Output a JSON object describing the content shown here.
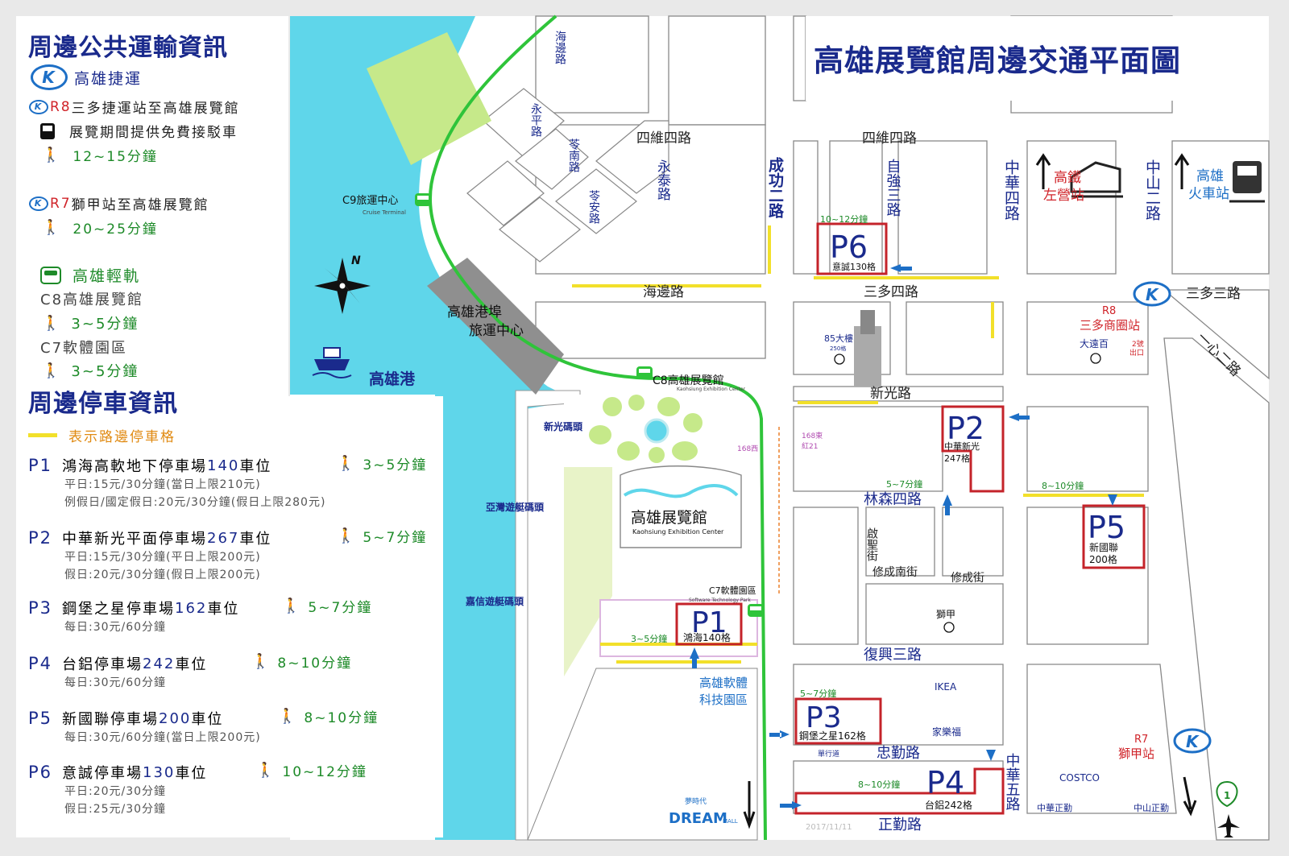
{
  "title": "高雄展覽館周邊交通平面圖",
  "transit": {
    "heading": "周邊公共運輸資訊",
    "mrt_name": "高雄捷運",
    "mrt_logo": "K",
    "r8_code": "R8",
    "r8_route": "三多捷運站至高雄展覽館",
    "shuttle": "展覽期間提供免費接駁車",
    "r8_walk": "12~15分鐘",
    "r7_code": "R7",
    "r7_route": "獅甲站至高雄展覽館",
    "r7_walk": "20~25分鐘",
    "lrt_name": "高雄輕軌",
    "c8_name": "C8高雄展覽館",
    "c8_walk": "3~5分鐘",
    "c7_name": "C7軟體園區",
    "c7_walk": "3~5分鐘"
  },
  "parking": {
    "heading": "周邊停車資訊",
    "legend": "表示路邊停車格",
    "lots": [
      {
        "id": "P1",
        "name": "鴻海高軟地下停車場",
        "capacity": "140",
        "unit": "車位",
        "walk": "3~5分鐘",
        "rates": [
          "平日:15元/30分鐘(當日上限210元)",
          "例假日/國定假日:20元/30分鐘(假日上限280元)"
        ]
      },
      {
        "id": "P2",
        "name": "中華新光平面停車場",
        "capacity": "267",
        "unit": "車位",
        "walk": "5~7分鐘",
        "rates": [
          "平日:15元/30分鐘(平日上限200元)",
          "假日:20元/30分鐘(假日上限200元)"
        ]
      },
      {
        "id": "P3",
        "name": "鋼堡之星停車場",
        "capacity": "162",
        "unit": "車位",
        "walk": "5~7分鐘",
        "rates": [
          "每日:30元/60分鐘"
        ]
      },
      {
        "id": "P4",
        "name": "台鋁停車場",
        "capacity": "242",
        "unit": "車位",
        "walk": "8~10分鐘",
        "rates": [
          "每日:30元/60分鐘"
        ]
      },
      {
        "id": "P5",
        "name": "新國聯停車場",
        "capacity": "200",
        "unit": "車位",
        "walk": "8~10分鐘",
        "rates": [
          "每日:30元/60分鐘(當日上限200元)"
        ]
      },
      {
        "id": "P6",
        "name": "意誠停車場",
        "capacity": "130",
        "unit": "車位",
        "walk": "10~12分鐘",
        "rates": [
          "平日:20元/30分鐘",
          "假日:25元/30分鐘"
        ]
      }
    ]
  },
  "map": {
    "roads": {
      "haibian": "海邊路",
      "yongping": "永平路",
      "lingnan": "苓南路",
      "lingan": "苓安路",
      "siwei4_w": "四維四路",
      "siwei4_e": "四維四路",
      "yongtai": "永泰路",
      "chenggong2": "成功二路",
      "ziqiang3": "自強三路",
      "zhonghua4": "中華四路",
      "zhongshan2": "中山二路",
      "haibian2": "海邊路",
      "sanduo4": "三多四路",
      "sanduo3": "三多三路",
      "yixin2": "一心二路",
      "xinguang": "新光路",
      "linsen4": "林森四路",
      "qisheng": "啟聖街",
      "xiuchengnan": "修成南街",
      "xiucheng": "修成街",
      "fuxing3": "復興三路",
      "zhongqin": "忠勤路",
      "zhonghua5": "中華五路",
      "zhengqin": "正勤路"
    },
    "places": {
      "hsr_name": "高鐵",
      "hsr_station": "左營站",
      "tra_name": "高雄",
      "tra_station": "火車站",
      "c9": "C9旅運中心",
      "c9_en": "Cruise Terminal",
      "port_terminal_1": "高雄港埠",
      "port_terminal_2": "旅運中心",
      "port": "高雄港",
      "compass_n": "N",
      "c8": "C8高雄展覽館",
      "c8_en": "Kaohsiung Exhibition Center",
      "xinguang_pier": "新光碼頭",
      "asia_pier": "亞灣遊艇碼頭",
      "jiaxin_pier": "嘉信遊艇碼頭",
      "kec": "高雄展覽館",
      "kec_en": "Kaohsiung Exhibition Center",
      "c7": "C7軟體園區",
      "c7_en": "Software Technology Park",
      "stp_1": "高雄軟體",
      "stp_2": "科技園區",
      "tower85": "85大樓",
      "tower85_cap": "250格",
      "daiyuanbai": "大遠百",
      "r8_code": "R8",
      "r8_name": "三多商圈站",
      "exit2": "2號",
      "exit2b": "出口",
      "bus_168e": "168東",
      "bus_red21": "紅21",
      "bus_168w": "168西",
      "shijia": "獅甲",
      "ikea": "IKEA",
      "carrefour": "家樂福",
      "costco": "COSTCO",
      "zhonghuazhengqin": "中華正勤",
      "zhongshanzhengqin": "中山正勤",
      "r7_code": "R7",
      "r7_name": "獅甲站",
      "oneway": "單行道",
      "dream": "DREAM",
      "dream_cn": "夢時代",
      "dream_mall": "MALL",
      "date": "2017/11/11",
      "hwy_no": "1"
    },
    "lots": {
      "p1_label": "P1",
      "p1_sub": "鴻海140格",
      "p1_walk": "3~5分鐘",
      "p2_label": "P2",
      "p2_sub1": "中華新光",
      "p2_sub2": "247格",
      "p2_walk": "5~7分鐘",
      "p3_label": "P3",
      "p3_sub": "鋼堡之星162格",
      "p3_walk": "5~7分鐘",
      "p4_label": "P4",
      "p4_sub": "台鋁242格",
      "p4_walk": "8~10分鐘",
      "p5_label": "P5",
      "p5_sub1": "新國聯",
      "p5_sub2": "200格",
      "p5_walk": "8~10分鐘",
      "p6_label": "P6",
      "p6_sub": "意誠130格",
      "p6_walk": "10~12分鐘"
    }
  },
  "colors": {
    "water": "#5fd6ea",
    "lrt": "#2fc43a",
    "title_blue": "#1a2a8c",
    "lot_red": "#c4232a",
    "curb_yellow": "#f2e02a"
  }
}
